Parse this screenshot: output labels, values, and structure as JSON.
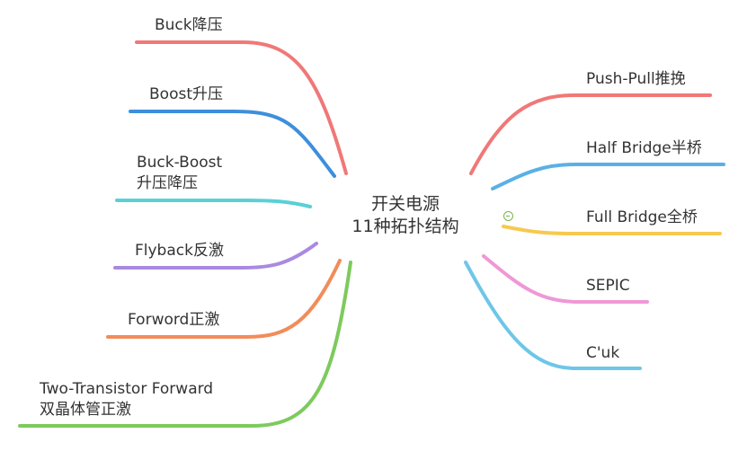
{
  "center": {
    "line1": "开关电源",
    "line2": "11种拓扑结构"
  },
  "branches_left": [
    {
      "lines": [
        "Buck降压"
      ],
      "color": "#f07878"
    },
    {
      "lines": [
        "Boost升压"
      ],
      "color": "#3d8fdc"
    },
    {
      "lines": [
        "Buck-Boost",
        "升压降压"
      ],
      "color": "#5ad0d6"
    },
    {
      "lines": [
        "Flyback反激"
      ],
      "color": "#a98ae0"
    },
    {
      "lines": [
        "Forword正激"
      ],
      "color": "#f28c5a"
    },
    {
      "lines": [
        "Two-Transistor Forward",
        "双晶体管正激"
      ],
      "color": "#7dca5d"
    }
  ],
  "branches_right": [
    {
      "lines": [
        "Push-Pull推挽"
      ],
      "color": "#f07878"
    },
    {
      "lines": [
        "Half Bridge半桥"
      ],
      "color": "#5ab0e6"
    },
    {
      "lines": [
        "Full Bridge全桥"
      ],
      "color": "#f7c94f"
    },
    {
      "lines": [
        "SEPIC"
      ],
      "color": "#ef98d6"
    },
    {
      "lines": [
        "C'uk"
      ],
      "color": "#6ec6e8"
    }
  ],
  "icons": {
    "collapse": "minus-circle-icon"
  }
}
